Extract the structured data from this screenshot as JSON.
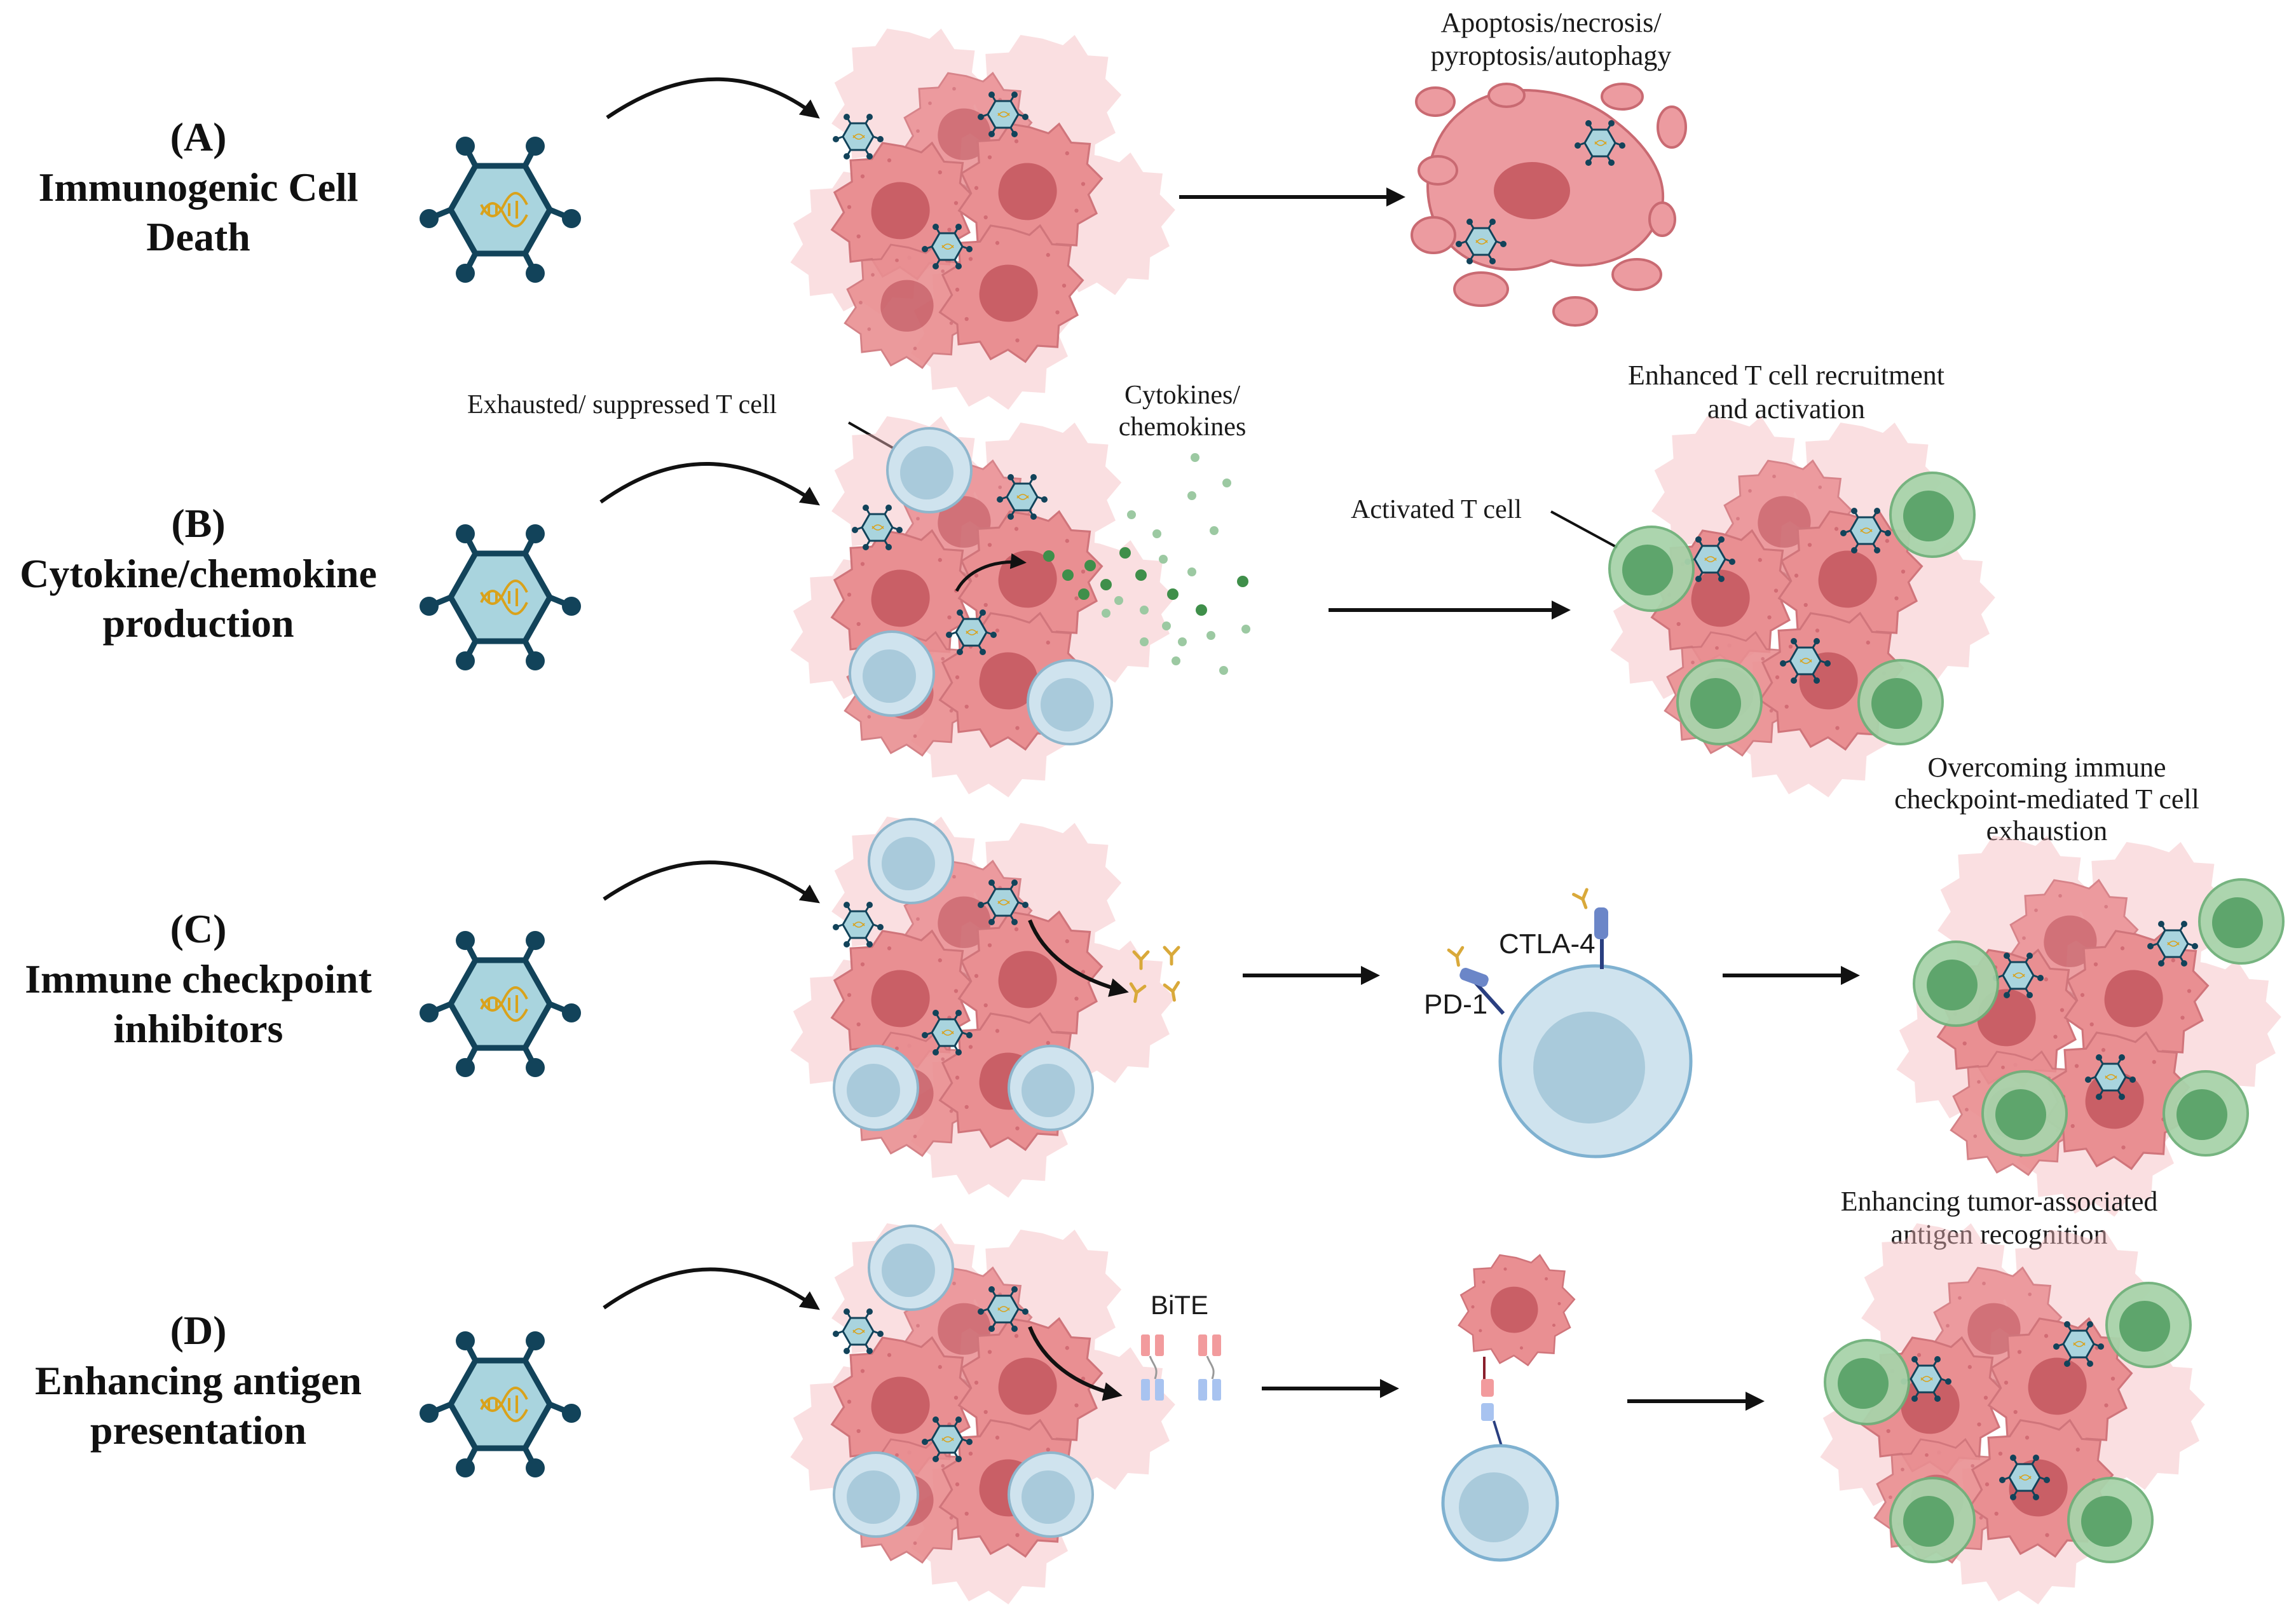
{
  "panels": [
    {
      "id": "A",
      "letter": "(A)",
      "title": [
        "Immunogenic Cell",
        "Death"
      ],
      "outcome": [
        "Apoptosis/necrosis/",
        "pyroptosis/autophagy"
      ]
    },
    {
      "id": "B",
      "letter": "(B)",
      "title": [
        "Cytokine/chemokine",
        "production"
      ],
      "exhausted_label": "Exhausted/ suppressed T cell",
      "cytokine_label": [
        "Cytokines/",
        "chemokines"
      ],
      "activated_label": "Activated T cell",
      "outcome": [
        "Enhanced T cell recruitment",
        "and activation"
      ]
    },
    {
      "id": "C",
      "letter": "(C)",
      "title": [
        "Immune checkpoint",
        "inhibitors"
      ],
      "pd1_label": "PD-1",
      "ctla4_label": "CTLA-4",
      "outcome": [
        "Overcoming immune",
        "checkpoint-mediated T cell",
        "exhaustion"
      ]
    },
    {
      "id": "D",
      "letter": "(D)",
      "title": [
        "Enhancing antigen",
        "presentation"
      ],
      "bite_label": "BiTE",
      "outcome": [
        "Enhancing tumor-associated",
        "antigen recognition"
      ]
    }
  ],
  "colors": {
    "virus_fill": "#a9d4de",
    "virus_stroke": "#12435a",
    "dna": "#d9a21b",
    "tumor": "#e98f92",
    "tumor_dark": "#c95f66",
    "tumor_halo": "#f6c9cb",
    "t_cell_blue": "#c7dde9",
    "t_cell_blue_dark": "#8fb6cc",
    "t_cell_green": "#9ccc9f",
    "t_cell_green_dark": "#4f9e62",
    "cytokine": "#3f8f4a",
    "antibody": "#d9a93a",
    "arrow": "#111111"
  },
  "icons": [
    "virus-icon",
    "dna-icon",
    "tumor-cell-icon",
    "t-cell-icon",
    "antibody-icon",
    "bite-icon",
    "arrow-icon"
  ]
}
